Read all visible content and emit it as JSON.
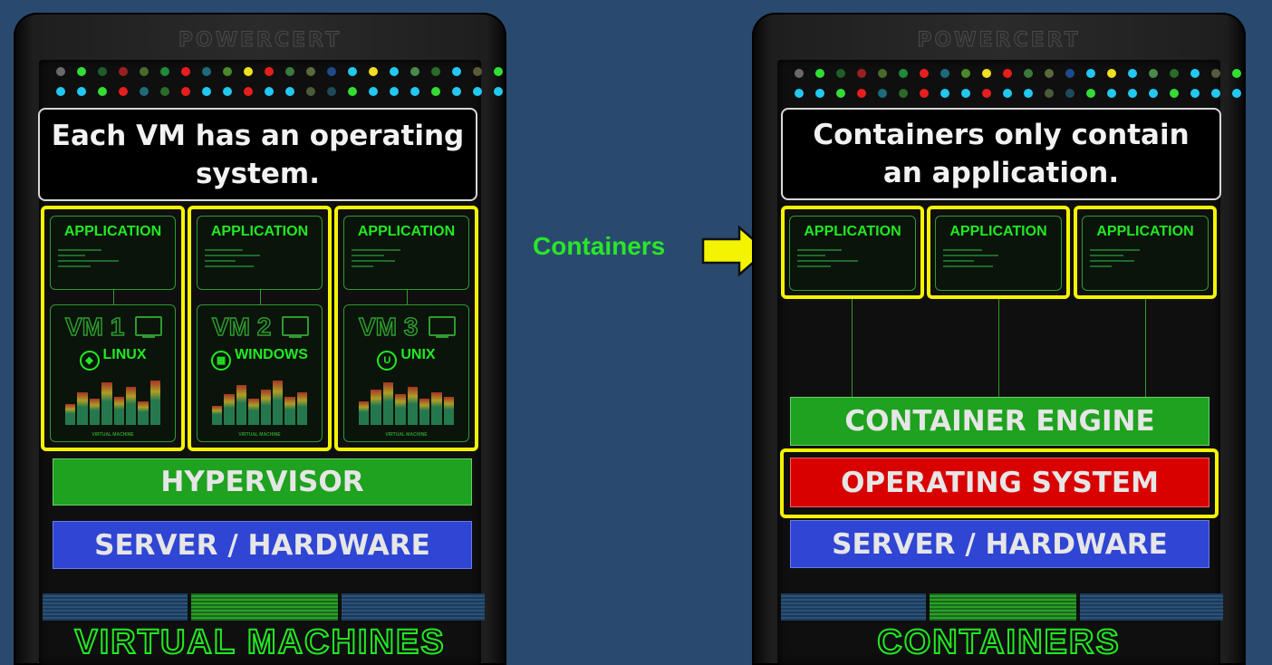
{
  "brand": "POWERCERT",
  "colors": {
    "background": "#294a6e",
    "highlight": "#f4f400",
    "hypervisor": "#1fa21f",
    "container_engine": "#1fa21f",
    "operating_system": "#d90000",
    "hardware": "#2f45d4",
    "green_text": "#23e823"
  },
  "left": {
    "callout": "Each VM has an operating system.",
    "vms": [
      {
        "app": "APPLICATION",
        "name": "VM 1",
        "os": "LINUX",
        "os_icon": "linux-icon",
        "footer": "VIRTUAL MACHINE"
      },
      {
        "app": "APPLICATION",
        "name": "VM 2",
        "os": "WINDOWS",
        "os_icon": "windows-icon",
        "footer": "VIRTUAL MACHINE"
      },
      {
        "app": "APPLICATION",
        "name": "VM 3",
        "os": "UNIX",
        "os_icon": "unix-icon",
        "footer": "VIRTUAL MACHINE"
      }
    ],
    "hypervisor": "HYPERVISOR",
    "hardware": "SERVER / HARDWARE",
    "bottom_label": "VIRTUAL MACHINES"
  },
  "middle": {
    "label": "Containers",
    "arrow_icon": "arrow-right-icon"
  },
  "right": {
    "callout": "Containers only contain an application.",
    "apps": [
      "APPLICATION",
      "APPLICATION",
      "APPLICATION"
    ],
    "engine": "CONTAINER ENGINE",
    "os": "OPERATING SYSTEM",
    "hardware": "SERVER / HARDWARE",
    "bottom_label": "CONTAINERS"
  }
}
